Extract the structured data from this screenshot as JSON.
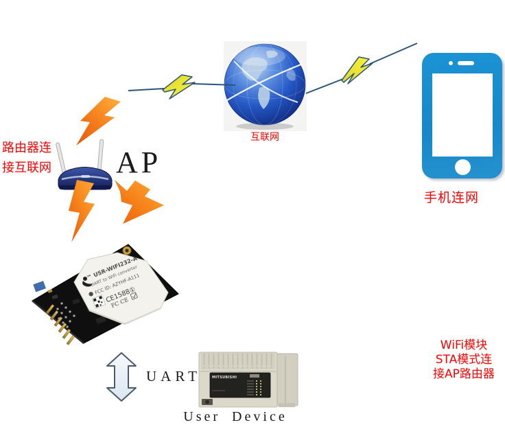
{
  "colors": {
    "annotation_red": "#ff0000",
    "label_black": "#1a1a1a",
    "phone_blue": "#1787c9",
    "router_navy": "#1c2a6e",
    "globe_blue": "#2457c4",
    "bolt_orange": "#f2640a",
    "bolt_yellow": "#f5ee35",
    "bolt_outline_blue": "#29557a",
    "pcb_black": "#0f0f0f",
    "shield_white": "#f3f2ec",
    "plc_beige": "#dcd9cb"
  },
  "internet": {
    "label": "互联网"
  },
  "phone": {
    "label": "手机连网"
  },
  "router": {
    "ap_label": "AP",
    "note_line1": "路由器连",
    "note_line2": "接互联网"
  },
  "wifi_module": {
    "shield_line1": "™ USR-WIFI232-A",
    "shield_line2": "UART to WiFi converter",
    "shield_line3": "FCC ID: AZYHF-A111",
    "ce_mark": "CE1588①",
    "fcc_mark": "FC CE"
  },
  "sta_note": {
    "line1": "WiFi模块",
    "line2": "STA模式连",
    "line3": "接AP路由器"
  },
  "uart": {
    "label": "UART"
  },
  "user_device": {
    "label": "User Device",
    "brand": "MITSUBISHI"
  }
}
